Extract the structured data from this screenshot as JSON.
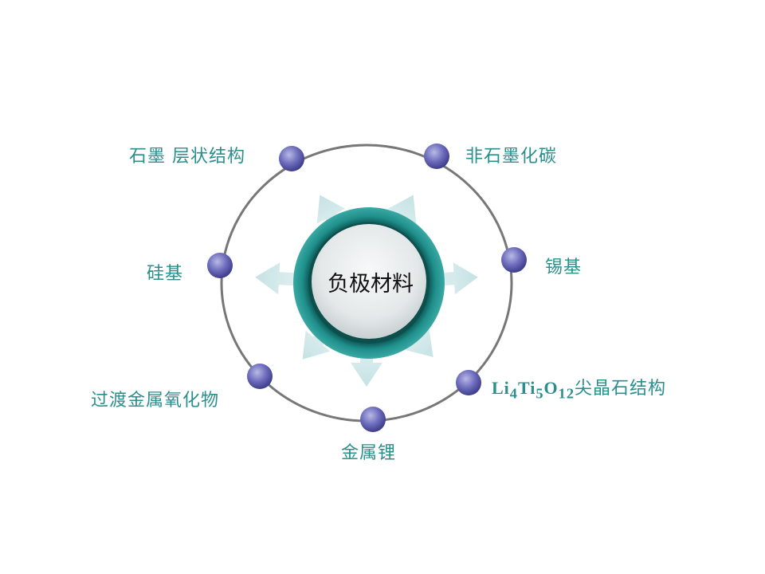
{
  "diagram": {
    "title": "负极材料",
    "colors": {
      "label": "#2a8f8c",
      "ring_outer": "#1f8a86",
      "ring_inner_dark": "#146b68",
      "node": "#6a6ab8",
      "orbit": "#7a7a7a",
      "arrow": "#cfe6e8"
    },
    "nodes": [
      {
        "id": "graphite",
        "label": "石墨  层状结构",
        "position": "top-left"
      },
      {
        "id": "non-graphitic-carbon",
        "label": "非石墨化碳",
        "position": "top-right"
      },
      {
        "id": "tin-based",
        "label": "锡基",
        "position": "right"
      },
      {
        "id": "silicon-based",
        "label": "硅基",
        "position": "left"
      },
      {
        "id": "transition-metal-oxide",
        "label": "过渡金属氧化物",
        "position": "bottom-left"
      },
      {
        "id": "lithium-metal",
        "label": "金属锂",
        "position": "bottom"
      },
      {
        "id": "lto-spinel",
        "label_prefix": "Li",
        "sub1": "4",
        "mid1": "Ti",
        "sub2": "5",
        "mid2": "O",
        "sub3": "12",
        "label_suffix": "尖晶石结构",
        "position": "bottom-right"
      }
    ]
  }
}
